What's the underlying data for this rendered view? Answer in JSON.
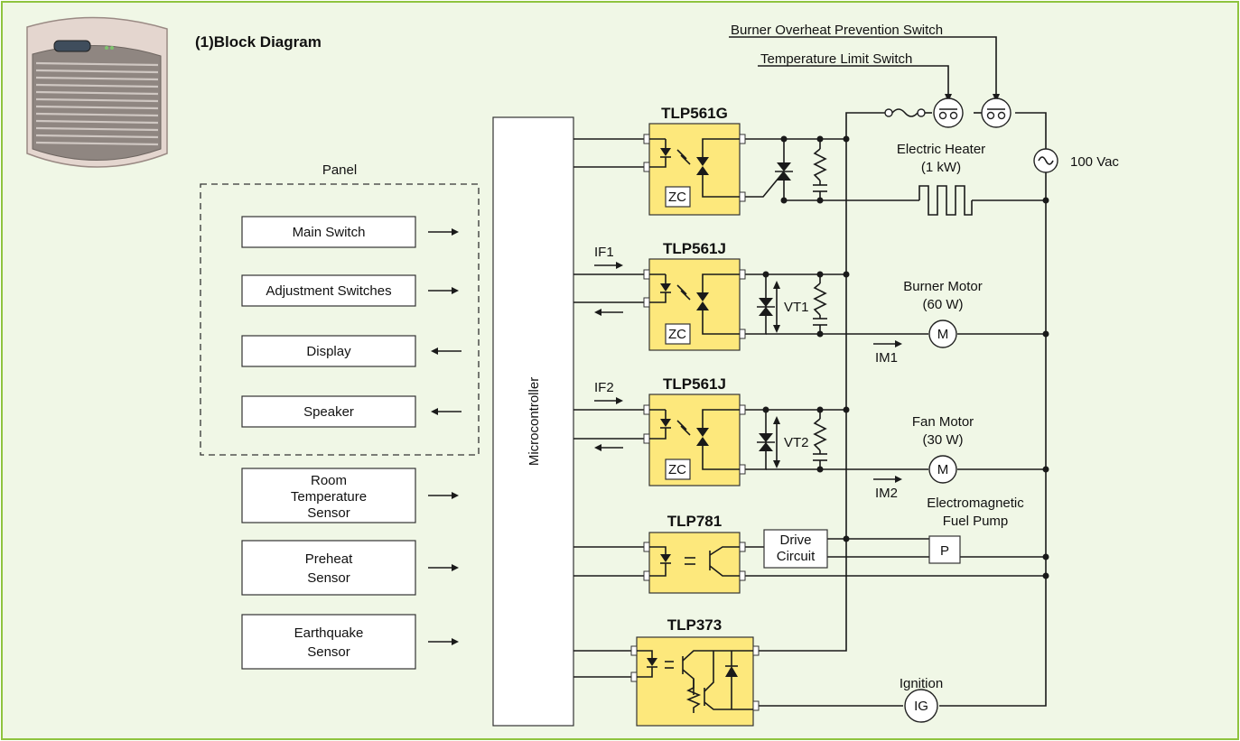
{
  "title": "(1)Block Diagram",
  "panel": {
    "label": "Panel",
    "items": [
      "Main Switch",
      "Adjustment Switches",
      "Display",
      "Speaker"
    ]
  },
  "sensors": {
    "room": [
      "Room",
      "Temperature",
      "Sensor"
    ],
    "preheat": [
      "Preheat",
      "Sensor"
    ],
    "earthquake": [
      "Earthquake",
      "Sensor"
    ]
  },
  "microcontroller": "Microcontroller",
  "chips": {
    "c1": "TLP561G",
    "c2": "TLP561J",
    "c3": "TLP561J",
    "c4": "TLP781",
    "c5": "TLP373"
  },
  "zc": "ZC",
  "drive": [
    "Drive",
    "Circuit"
  ],
  "switches": {
    "overheat": "Burner Overheat Prevention Switch",
    "limit": "Temperature Limit Switch"
  },
  "heater": [
    "Electric Heater",
    "(1 kW)"
  ],
  "supply": "100 Vac",
  "burner_motor": [
    "Burner Motor",
    "(60 W)"
  ],
  "fan_motor": [
    "Fan Motor",
    "(30 W)"
  ],
  "pump": [
    "Electromagnetic",
    "Fuel Pump"
  ],
  "ignition": "Ignition",
  "symbols": {
    "motor": "M",
    "pump": "P",
    "ignition": "IG"
  },
  "labels": {
    "if1": "IF1",
    "if2": "IF2",
    "vt1": "VT1",
    "vt2": "VT2",
    "im1": "IM1",
    "im2": "IM2"
  },
  "colors": {
    "background": "#f0f7e6",
    "border": "#8fc43f",
    "chip": "#fde87c"
  }
}
